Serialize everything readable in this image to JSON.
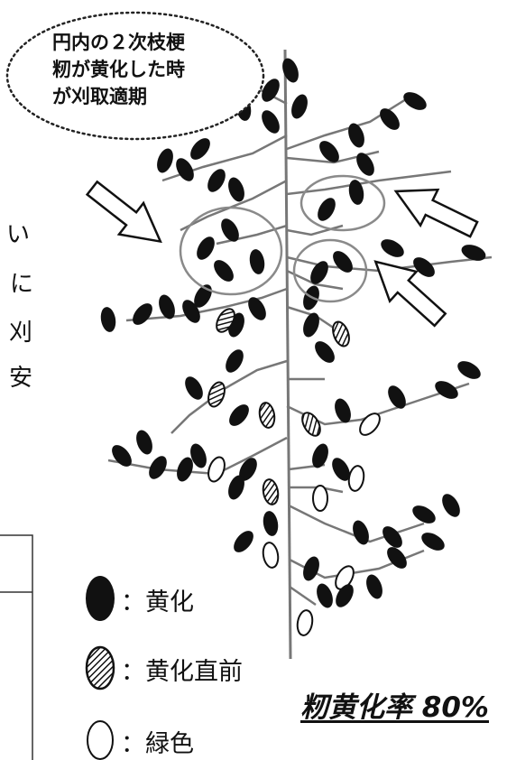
{
  "bubble": {
    "lines": [
      "円内の２次枝梗",
      "籾が黄化した時",
      "が刈取適期"
    ]
  },
  "legend": {
    "items": [
      {
        "symbol": "solid",
        "label": "：黄化"
      },
      {
        "symbol": "striped",
        "label": "：黄化直前"
      },
      {
        "symbol": "open",
        "label": "：緑色"
      }
    ]
  },
  "ratio_text": "籾黄化率 80%",
  "side_fragments": [
    "い",
    "に",
    "刈",
    "安"
  ],
  "colors": {
    "ink": "#111111",
    "circle": "#8a8a8a",
    "stem": "#777777"
  },
  "icons": [
    "arrow-icon",
    "grain-icon"
  ]
}
